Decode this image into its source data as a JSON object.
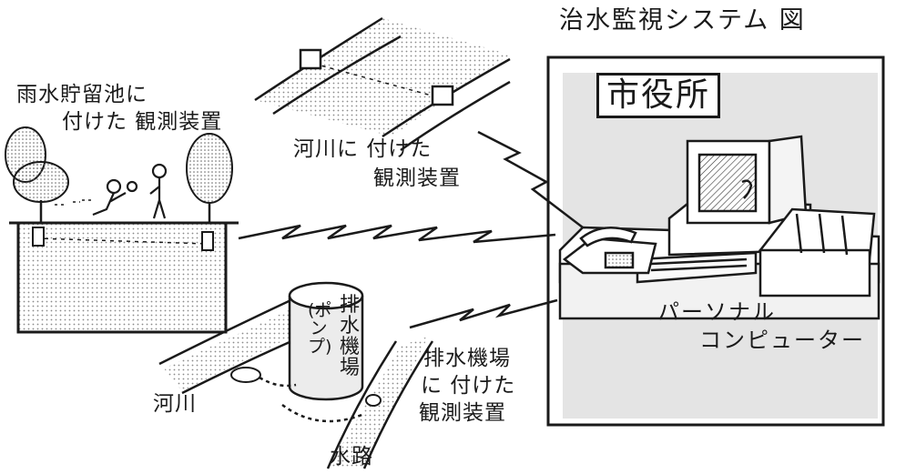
{
  "title": "治水監視システム 図",
  "city_hall": "市役所",
  "pc": {
    "line1": "パーソナル",
    "line2": "コンピューター"
  },
  "reservoir": {
    "line1": "雨水貯留池に",
    "line2": "付けた 観測装置"
  },
  "river_device": {
    "line1": "河川に 付けた",
    "line2": "観測装置"
  },
  "pump": {
    "col1": "排水機場",
    "col2": "(ポンプ)"
  },
  "pump_device": {
    "line1": "排水機場",
    "line2": "に 付けた",
    "line3": "観測装置"
  },
  "river": "河川",
  "waterway": "水路",
  "colors": {
    "ink": "#1a1a1a",
    "panel": "#e2e2e2",
    "stipple": "#9a9a9a",
    "water": "#efefef"
  }
}
